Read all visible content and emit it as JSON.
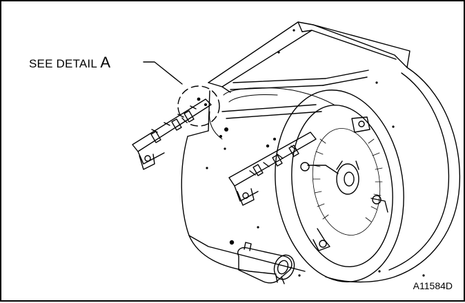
{
  "callout": {
    "label": "SEE DETAIL",
    "letter": "A"
  },
  "figure_id": "A11584D"
}
